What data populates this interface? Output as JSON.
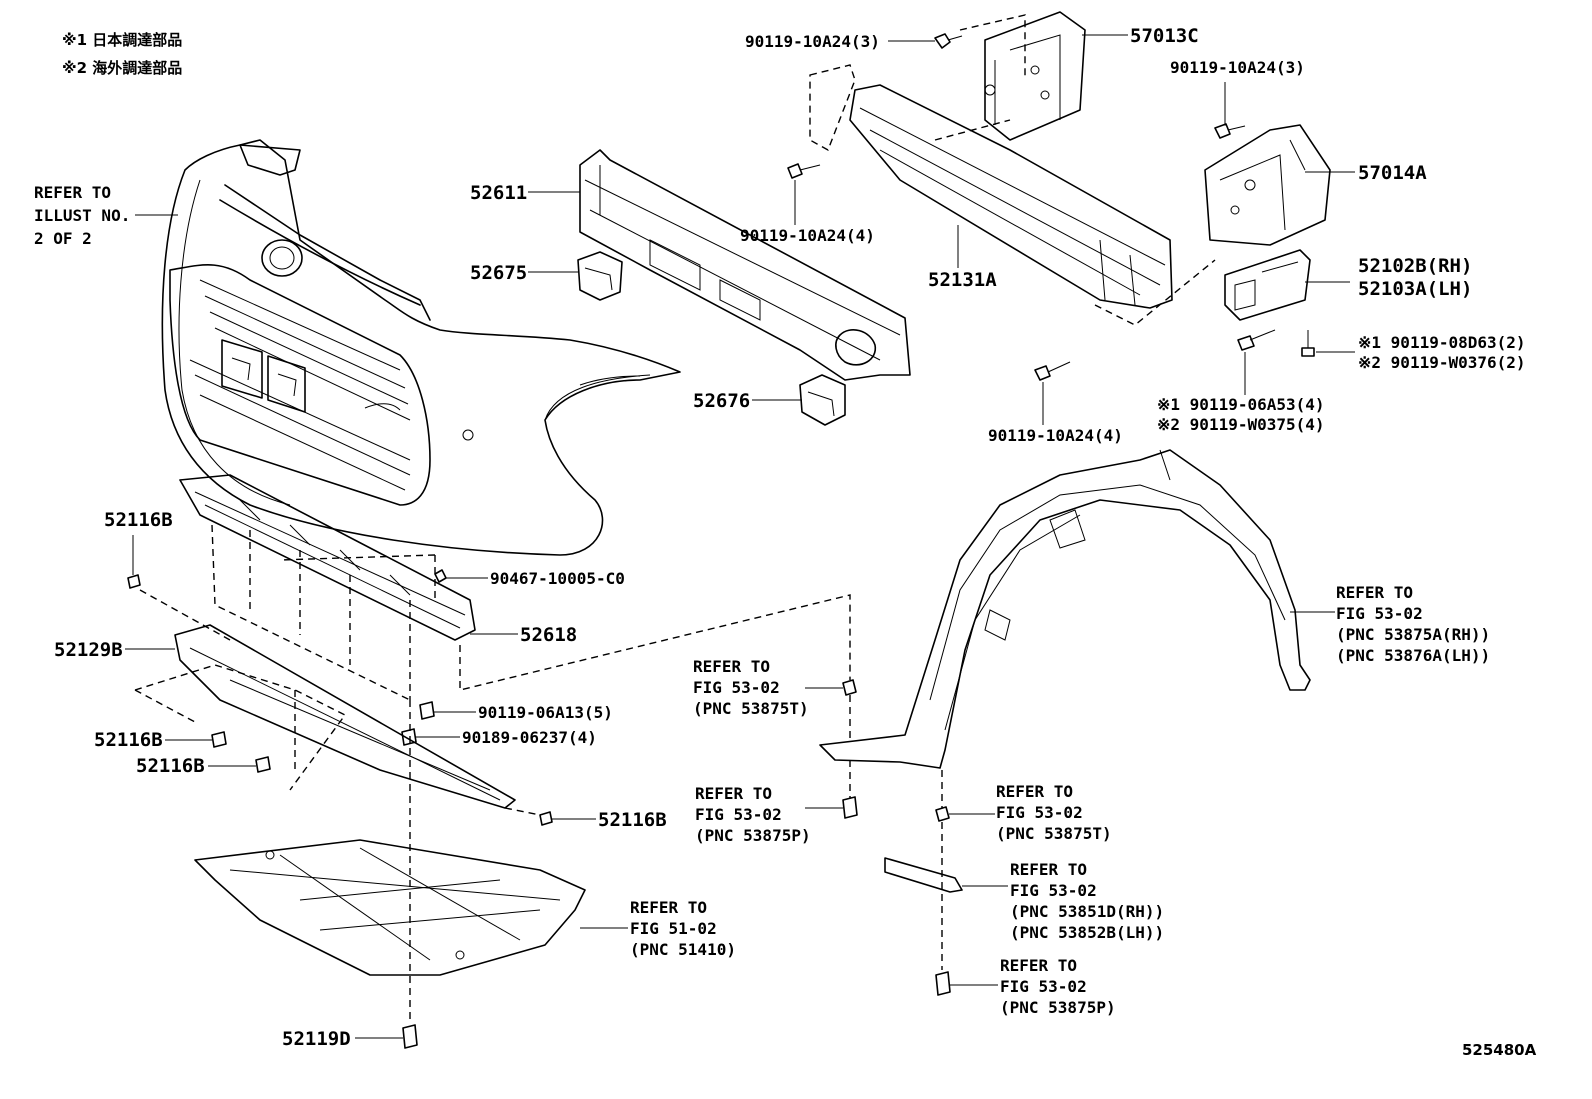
{
  "notes": {
    "note1": "※1 日本調達部品",
    "note2": "※2 海外調達部品"
  },
  "illustration_id": "525480A",
  "labels": {
    "refer_illust_1": "REFER TO",
    "refer_illust_2": "ILLUST NO.",
    "refer_illust_3": "2 OF 2",
    "p52611": "52611",
    "p52675": "52675",
    "p52676": "52676",
    "p52131A": "52131A",
    "p57013C": "57013C",
    "p57014A": "57014A",
    "p52102B": "52102B(RH)",
    "p52103A": "52103A(LH)",
    "b_top_left": "90119-10A24(3)",
    "b_top_right": "90119-10A24(3)",
    "b_mid": "90119-10A24(4)",
    "b_low": "90119-10A24(4)",
    "b_08d63": "※1 90119-08D63(2)",
    "b_w0376": "※2 90119-W0376(2)",
    "b_06a53": "※1 90119-06A53(4)",
    "b_w0375": "※2 90119-W0375(4)",
    "p52116B_1": "52116B",
    "p52116B_2": "52116B",
    "p52116B_3": "52116B",
    "p52116B_4": "52116B",
    "p90467": "90467-10005-C0",
    "p52618": "52618",
    "p52129B": "52129B",
    "p90119_06A13": "90119-06A13(5)",
    "p90189": "90189-06237(4)",
    "p52119D": "52119D",
    "ref_5102_1": "REFER TO",
    "ref_5102_2": "FIG 51-02",
    "ref_5102_3": "(PNC 51410)",
    "ref_t1_1": "REFER TO",
    "ref_t1_2": "FIG 53-02",
    "ref_t1_3": "(PNC 53875T)",
    "ref_p1_1": "REFER TO",
    "ref_p1_2": "FIG 53-02",
    "ref_p1_3": "(PNC 53875P)",
    "ref_t2_1": "REFER TO",
    "ref_t2_2": "FIG 53-02",
    "ref_t2_3": "(PNC 53875T)",
    "ref_d_1": "REFER TO",
    "ref_d_2": "FIG 53-02",
    "ref_d_3": "(PNC 53851D(RH))",
    "ref_d_4": "(PNC 53852B(LH))",
    "ref_p2_1": "REFER TO",
    "ref_p2_2": "FIG 53-02",
    "ref_p2_3": "(PNC 53875P)",
    "ref_liner_1": "REFER TO",
    "ref_liner_2": "FIG 53-02",
    "ref_liner_3": "(PNC 53875A(RH))",
    "ref_liner_4": "(PNC 53876A(LH))"
  }
}
